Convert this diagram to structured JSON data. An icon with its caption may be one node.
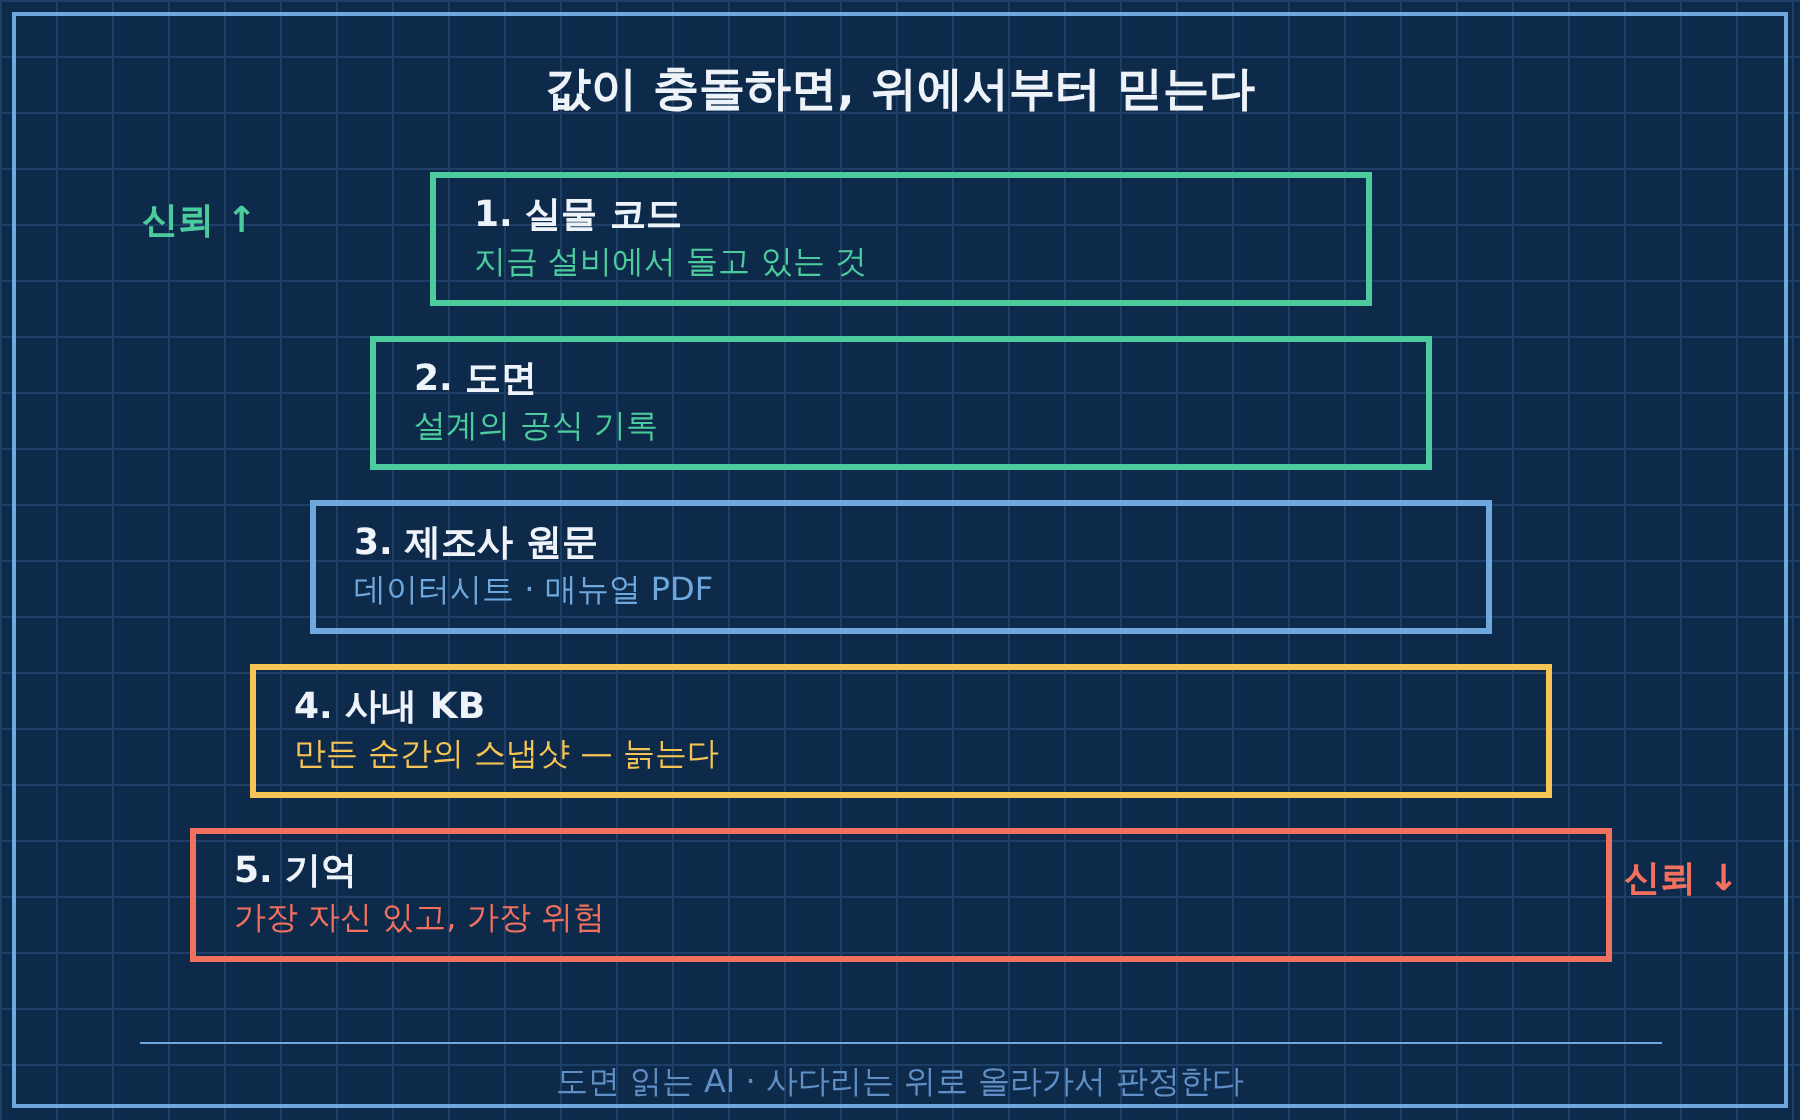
{
  "diagram": {
    "title": "값이 충돌하면, 위에서부터 믿는다",
    "caption": "도면 읽는 AI · 사다리는 위로 올라가서 판정한다",
    "nodes": [
      {
        "text": [
          "1. 실물 코드",
          "지금 설비에서 돌고 있는 것"
        ]
      },
      {
        "text": [
          "2. 도면",
          "설계의 공식 기록"
        ]
      },
      {
        "text": [
          "3. 제조사 원문",
          "데이터시트 · 매뉴얼 PDF"
        ]
      },
      {
        "text": [
          "4. 사내 KB",
          "만든 순간의 스냅샷 — 늙는다"
        ]
      },
      {
        "text": [
          "5. 기억",
          "가장 자신 있고, 가장 위험"
        ]
      }
    ],
    "labels": [
      "신뢰 ↑",
      "신뢰 ↓"
    ]
  }
}
